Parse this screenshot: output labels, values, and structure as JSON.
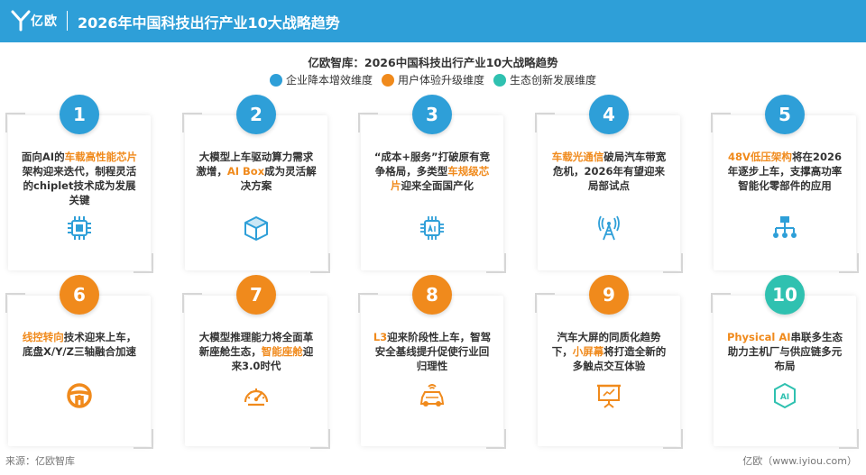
{
  "header": {
    "brand": "亿欧",
    "title": "2026年中国科技出行产业10大战略趋势"
  },
  "subtitle": "亿欧智库：2026中国科技出行产业10大战略趋势",
  "colors": {
    "blue": "#2E9FD8",
    "orange": "#F08A1C",
    "teal": "#2FC1B0",
    "highlight": "#F08A1C"
  },
  "legend": [
    {
      "label": "企业降本增效维度",
      "color": "#2E9FD8"
    },
    {
      "label": "用户体验升级维度",
      "color": "#F08A1C"
    },
    {
      "label": "生态创新发展维度",
      "color": "#2FC1B0"
    }
  ],
  "cards": [
    {
      "num": "1",
      "color": "#2E9FD8",
      "icon": "chip-icon",
      "parts": [
        [
          "面向AI的",
          false
        ],
        [
          "车载高性能芯片",
          true
        ],
        [
          "架构迎来迭代，制程灵活的chiplet技术成为发展关键",
          false
        ]
      ]
    },
    {
      "num": "2",
      "color": "#2E9FD8",
      "icon": "box-icon",
      "parts": [
        [
          "大模型上车驱动算力需求激增，",
          false
        ],
        [
          "AI Box",
          true
        ],
        [
          "成为灵活解决方案",
          false
        ]
      ]
    },
    {
      "num": "3",
      "color": "#2E9FD8",
      "icon": "processor-icon",
      "parts": [
        [
          "“成本+服务”打破原有竞争格局，多类型",
          false
        ],
        [
          "车规级芯片",
          true
        ],
        [
          "迎来全面国产化",
          false
        ]
      ]
    },
    {
      "num": "4",
      "color": "#2E9FD8",
      "icon": "signal-tower-icon",
      "parts": [
        [
          "车载光通信",
          true
        ],
        [
          "破局汽车带宽危机，2026年有望迎来局部试点",
          false
        ]
      ]
    },
    {
      "num": "5",
      "color": "#2E9FD8",
      "icon": "network-diagram-icon",
      "parts": [
        [
          "48V低压架构",
          true
        ],
        [
          "将在2026年逐步上车，支撑高功率智能化零部件的应用",
          false
        ]
      ]
    },
    {
      "num": "6",
      "color": "#F08A1C",
      "icon": "steering-wheel-icon",
      "parts": [
        [
          "线控转向",
          true
        ],
        [
          "技术迎来上车，底盘X/Y/Z三轴融合加速",
          false
        ]
      ]
    },
    {
      "num": "7",
      "color": "#F08A1C",
      "icon": "speedometer-icon",
      "parts": [
        [
          "大模型推理能力将全面革新座舱生态，",
          false
        ],
        [
          "智能座舱",
          true
        ],
        [
          "迎来3.0时代",
          false
        ]
      ]
    },
    {
      "num": "8",
      "color": "#F08A1C",
      "icon": "autonomous-car-icon",
      "parts": [
        [
          "L3",
          true
        ],
        [
          "迎来阶段性上车，智驾安全基线提升促使行业回归理性",
          false
        ]
      ]
    },
    {
      "num": "9",
      "color": "#F08A1C",
      "icon": "screen-board-icon",
      "parts": [
        [
          "汽车大屏的同质化趋势下，",
          false
        ],
        [
          "小屏幕",
          true
        ],
        [
          "将打造全新的多触点交互体验",
          false
        ]
      ]
    },
    {
      "num": "10",
      "color": "#2FC1B0",
      "icon": "ai-chip-icon",
      "parts": [
        [
          "Physical AI",
          true
        ],
        [
          "串联多生态助力主机厂与供应链多元布局",
          false
        ]
      ]
    }
  ],
  "footer": {
    "source": "来源：亿欧智库",
    "site": "亿欧（www.iyiou.com）"
  }
}
